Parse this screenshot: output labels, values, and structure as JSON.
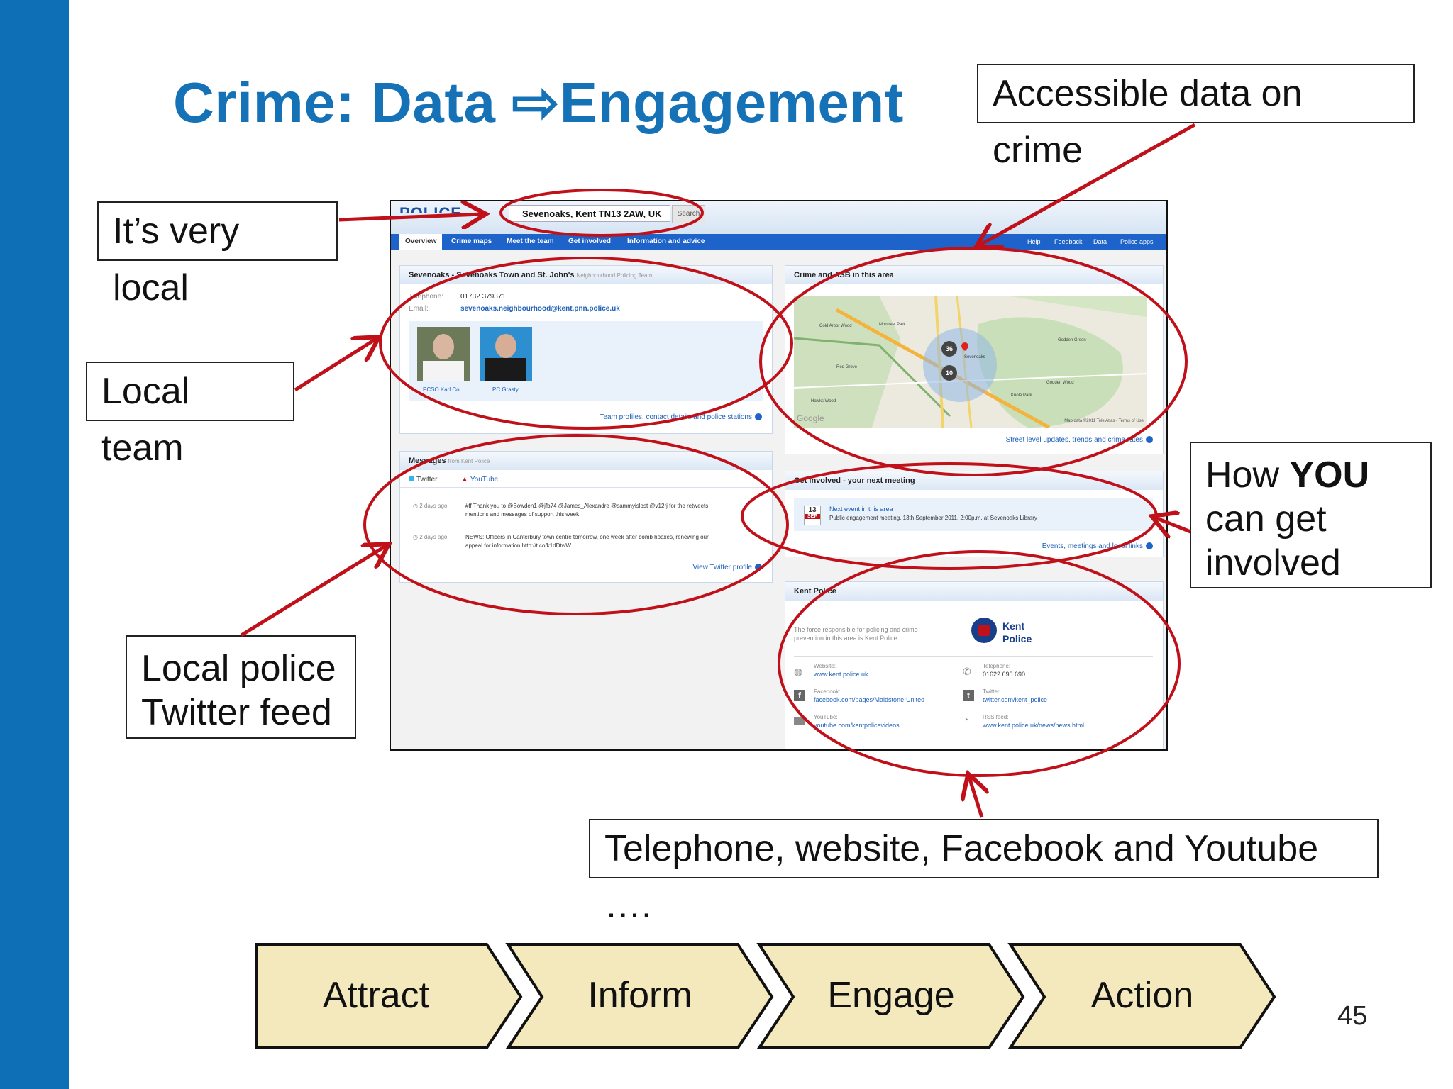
{
  "slide": {
    "title": "Crime: Data ⇨Engagement",
    "page_number": "45"
  },
  "callouts": {
    "accessible": "Accessible data on crime",
    "very_local": "It’s very local",
    "local_team": "Local team",
    "twitter_feed_line1": "Local police",
    "twitter_feed_line2": "Twitter feed",
    "how_you_line1_a": "How ",
    "how_you_line1_b": "YOU",
    "how_you_line2": "can get",
    "how_you_line3": "involved",
    "telephone": "Telephone, website, Facebook and Youtube …."
  },
  "process": [
    "Attract",
    "Inform",
    "Engage",
    "Action"
  ],
  "screenshot": {
    "logo": "POLICE",
    "location": "Sevenoaks, Kent TN13 2AW, UK",
    "search_label": "Search",
    "nav": [
      "Overview",
      "Crime maps",
      "Meet the team",
      "Get involved",
      "Information and advice"
    ],
    "nav_right": [
      "Help",
      "Feedback",
      "Data",
      "Police apps"
    ],
    "team": {
      "heading": "Sevenoaks - Sevenoaks Town and St. John's",
      "heading_sub": "Neighbourhood Policing Team",
      "telephone_label": "Telephone:",
      "telephone": "01732 379371",
      "email_label": "Email:",
      "email": "sevenoaks.neighbourhood@kent.pnn.police.uk",
      "officer1": "PCSO Karl Co...",
      "officer2": "PC Grasty",
      "link": "Team profiles, contact details and police stations"
    },
    "crime": {
      "heading": "Crime and ASB in this area",
      "cluster1": "36",
      "cluster2": "10",
      "google": "Google",
      "map_credit": "Map data ©2011 Tele Atlas - Terms of Use",
      "map_labels": [
        "Montreal Park",
        "Cold Arbor Wood",
        "Red Grove",
        "Hawks Wood",
        "Godden Green",
        "Godden Wood",
        "Knole Park",
        "Sevenoaks"
      ],
      "link": "Street level updates, trends and crime rates"
    },
    "messages": {
      "heading": "Messages",
      "heading_sub": "from Kent Police",
      "tab_twitter": "Twitter",
      "tab_youtube": "YouTube",
      "msg1_time": "2 days ago",
      "msg1_text": "#ff Thank you to @Bowden1 @jfb74 @James_Alexandre @sammyislost @v12rj for the retweets,",
      "msg1_text2": "mentions and messages of support this week",
      "msg2_time": "2 days ago",
      "msg2_text": "NEWS: Officers in Canterbury town centre tomorrow, one week after bomb hoaxes, renewing our",
      "msg2_text2": "appeal for information http://t.co/k1dDtwW",
      "link": "View Twitter profile"
    },
    "involved": {
      "heading": "Get involved - your next meeting",
      "day": "13",
      "month": "SEP",
      "event_title": "Next event in this area",
      "event_text": "Public engagement meeting. 13th September 2011, 2:00p.m. at Sevenoaks Library",
      "link": "Events, meetings and local links"
    },
    "force": {
      "heading": "Kent Police",
      "desc1": "The force responsible for policing and crime",
      "desc2": "prevention in this area is Kent Police.",
      "logo_line1": "Kent",
      "logo_line2": "Police",
      "website_label": "Website:",
      "website": "www.kent.police.uk",
      "telephone_label": "Telephone:",
      "telephone": "01622 690 690",
      "facebook_label": "Facebook:",
      "facebook": "facebook.com/pages/Maidstone-United",
      "twitter_label": "Twitter:",
      "twitter": "twitter.com/kent_police",
      "youtube_label": "YouTube:",
      "youtube": "youtube.com/kentpolicevideos",
      "rss_label": "RSS feed:",
      "rss": "www.kent.police.uk/news/news.html"
    }
  },
  "colors": {
    "sidebar": "#0f6fb6",
    "title": "#1672b6",
    "annotation": "#c0111b",
    "chevron_fill": "#f3e9bd",
    "nav": "#1e63c9"
  }
}
